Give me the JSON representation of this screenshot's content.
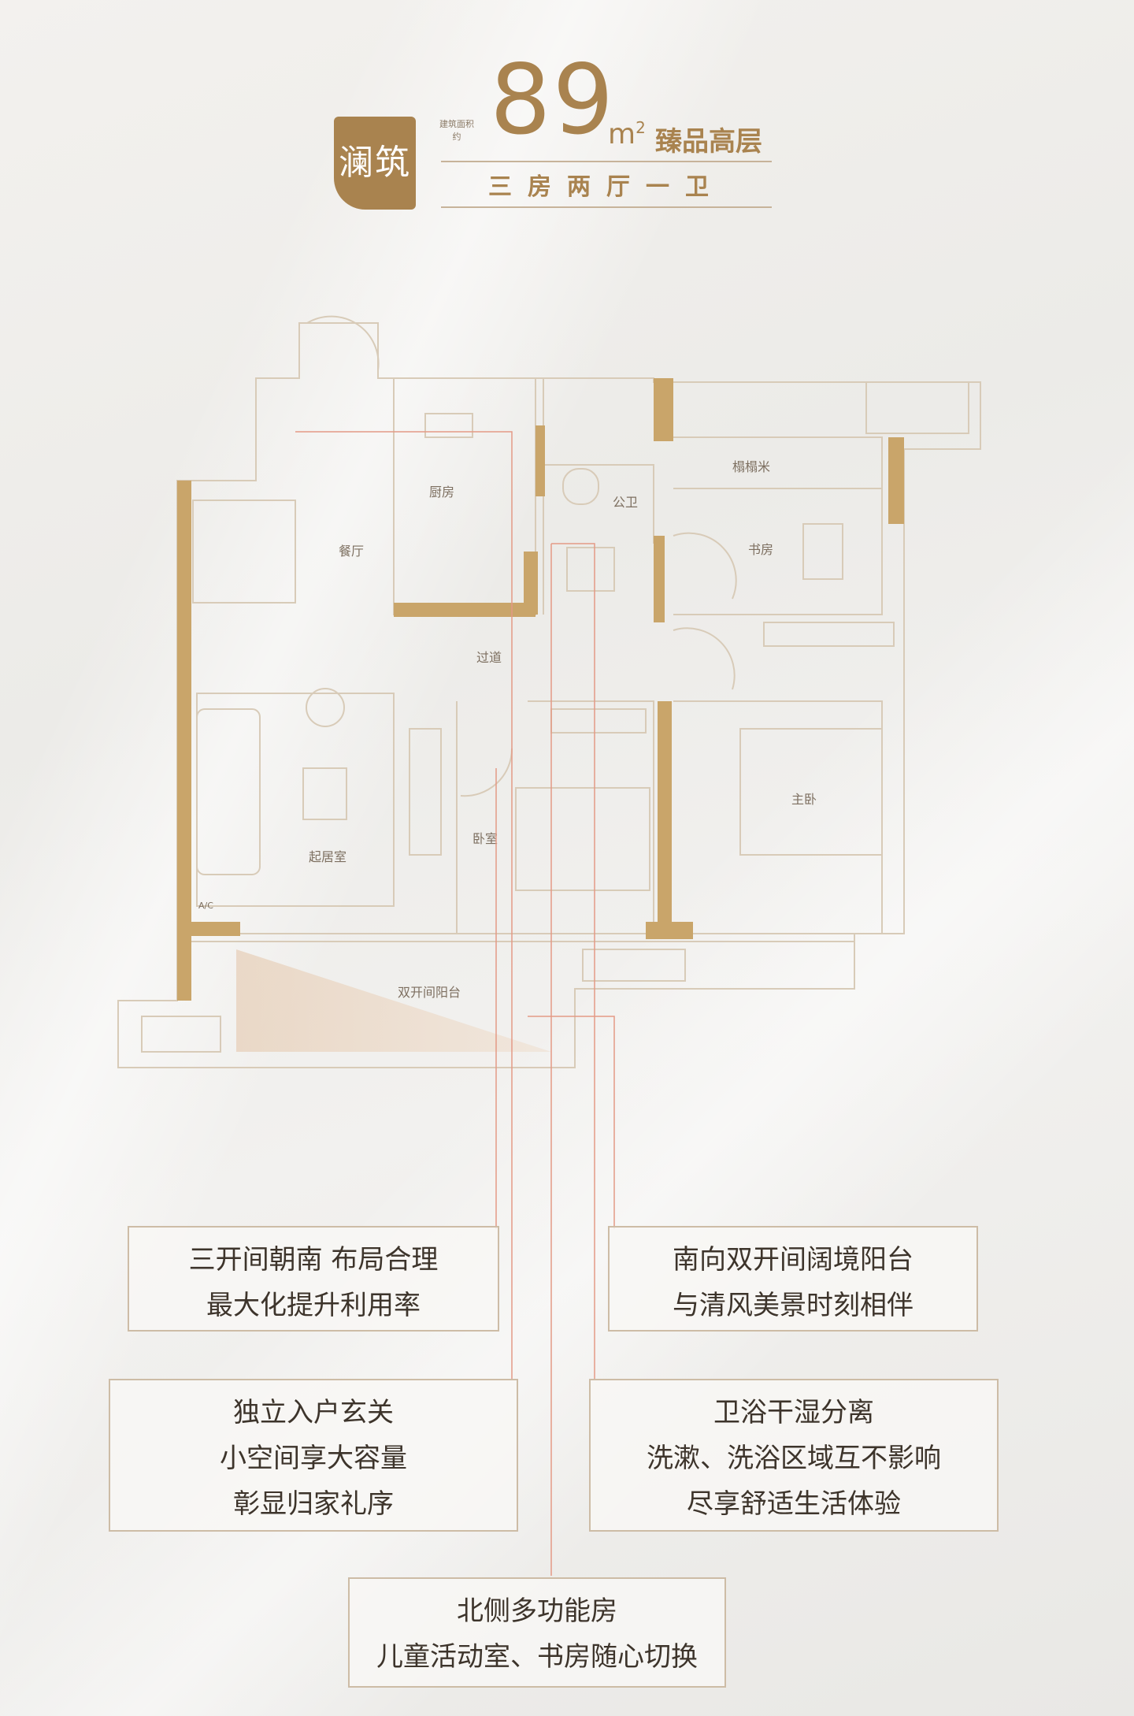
{
  "header": {
    "brand": "澜筑",
    "area_label": "建筑面积约",
    "area_value": "89",
    "area_unit": "m",
    "area_unit_sup": "2",
    "type_label": "臻品高层",
    "layout": "三房两厅一卫"
  },
  "rooms": {
    "kitchen": "厨房",
    "dining": "餐厅",
    "bathroom": "公卫",
    "tatami": "榻榻米",
    "study": "书房",
    "corridor": "过道",
    "living": "起居室",
    "bedroom": "卧室",
    "master": "主卧",
    "balcony": "双开间阳台",
    "ac": "A/C"
  },
  "callouts": [
    {
      "lines": [
        "三开间朝南 布局合理",
        "最大化提升利用率"
      ]
    },
    {
      "lines": [
        "南向双开间阔境阳台",
        "与清风美景时刻相伴"
      ]
    },
    {
      "lines": [
        "独立入户玄关",
        "小空间享大容量",
        "彰显归家礼序"
      ]
    },
    {
      "lines": [
        "卫浴干湿分离",
        "洗漱、洗浴区域互不影响",
        "尽享舒适生活体验"
      ]
    },
    {
      "lines": [
        "北侧多功能房",
        "儿童活动室、书房随心切换"
      ]
    }
  ],
  "colors": {
    "gold": "#a9834f",
    "wall": "#c9a56a",
    "line": "#d8cbb8",
    "leader": "#e49a86"
  }
}
